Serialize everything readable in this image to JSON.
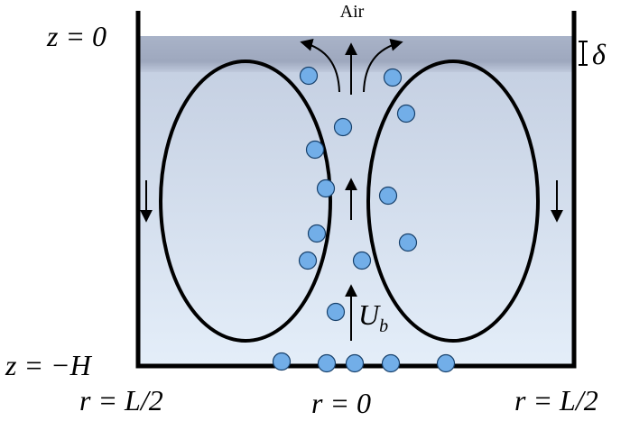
{
  "labels": {
    "air": "Air",
    "z_top": "z = 0",
    "z_bottom": "z = −H",
    "delta": "δ",
    "velocity_main": "U",
    "velocity_sub": "b",
    "r_left": "r = L/2",
    "r_center": "r = 0",
    "r_right": "r = L/2"
  },
  "colors": {
    "water_top": "#c4cfe2",
    "water_bottom": "#e3edf9",
    "surface_layer": "#a6b0c6",
    "bubble_fill": "#72aee8",
    "bubble_stroke": "#17406b",
    "wall": "#000000"
  },
  "bubbles_count": 17
}
